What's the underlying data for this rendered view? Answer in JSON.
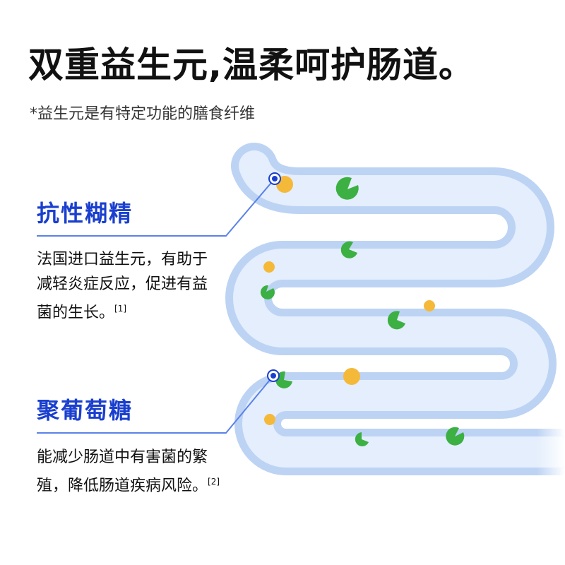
{
  "title": "双重益生元,温柔呵护肠道。",
  "subtitle": "*益生元是有特定功能的膳食纤维",
  "sections": [
    {
      "heading": "抗性糊精",
      "body": "法国进口益生元，有助于减轻炎症反应，促进有益菌的生长。",
      "ref": "[1]"
    },
    {
      "heading": "聚葡萄糖",
      "body": "能减少肠道中有害菌的繁殖，降低肠道疾病风险。",
      "ref": "[2]"
    }
  ],
  "colors": {
    "accent": "#1a3fcf",
    "tube": "#c8dcf7",
    "green": "#3cb043",
    "orange": "#f5b93a"
  }
}
